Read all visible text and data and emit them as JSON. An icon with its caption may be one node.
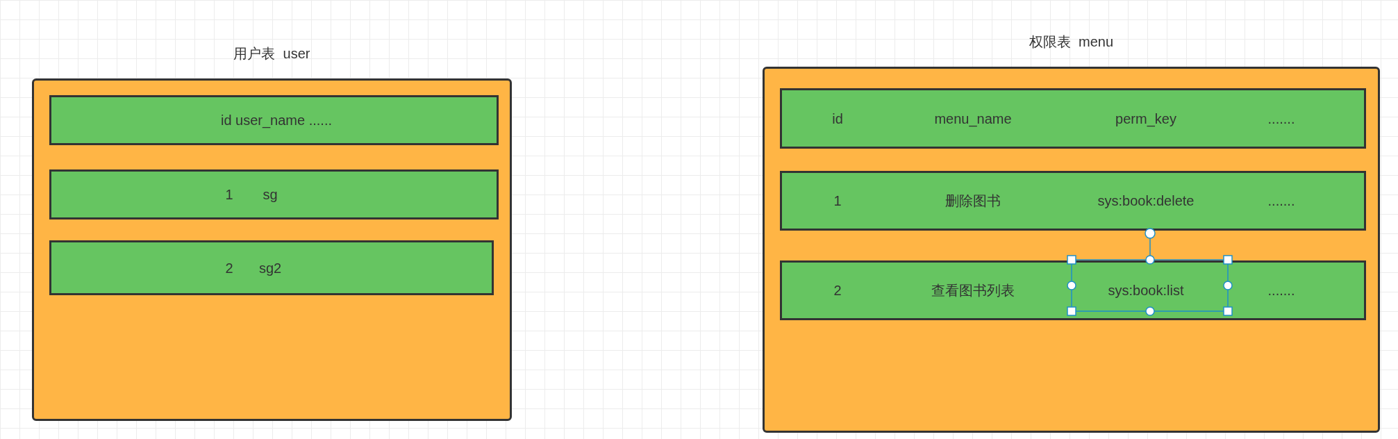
{
  "diagram": {
    "nodes": [
      {
        "text": [
          "用户表  user"
        ]
      },
      {
        "text": [
          "id user_name ......"
        ],
        "in": 0
      },
      {
        "text": [
          "1",
          "sg"
        ],
        "in": 0
      },
      {
        "text": [
          "2",
          "sg2"
        ],
        "in": 0
      },
      {
        "text": [
          "权限表  menu"
        ]
      },
      {
        "text": [
          "id",
          "menu_name",
          "perm_key",
          "......."
        ],
        "in": 4
      },
      {
        "text": [
          "1",
          "删除图书",
          "sys:book:delete",
          "......."
        ],
        "in": 4
      },
      {
        "text": [
          "2",
          "查看图书列表",
          "sys:book:list",
          "......."
        ],
        "in": 4
      }
    ]
  }
}
